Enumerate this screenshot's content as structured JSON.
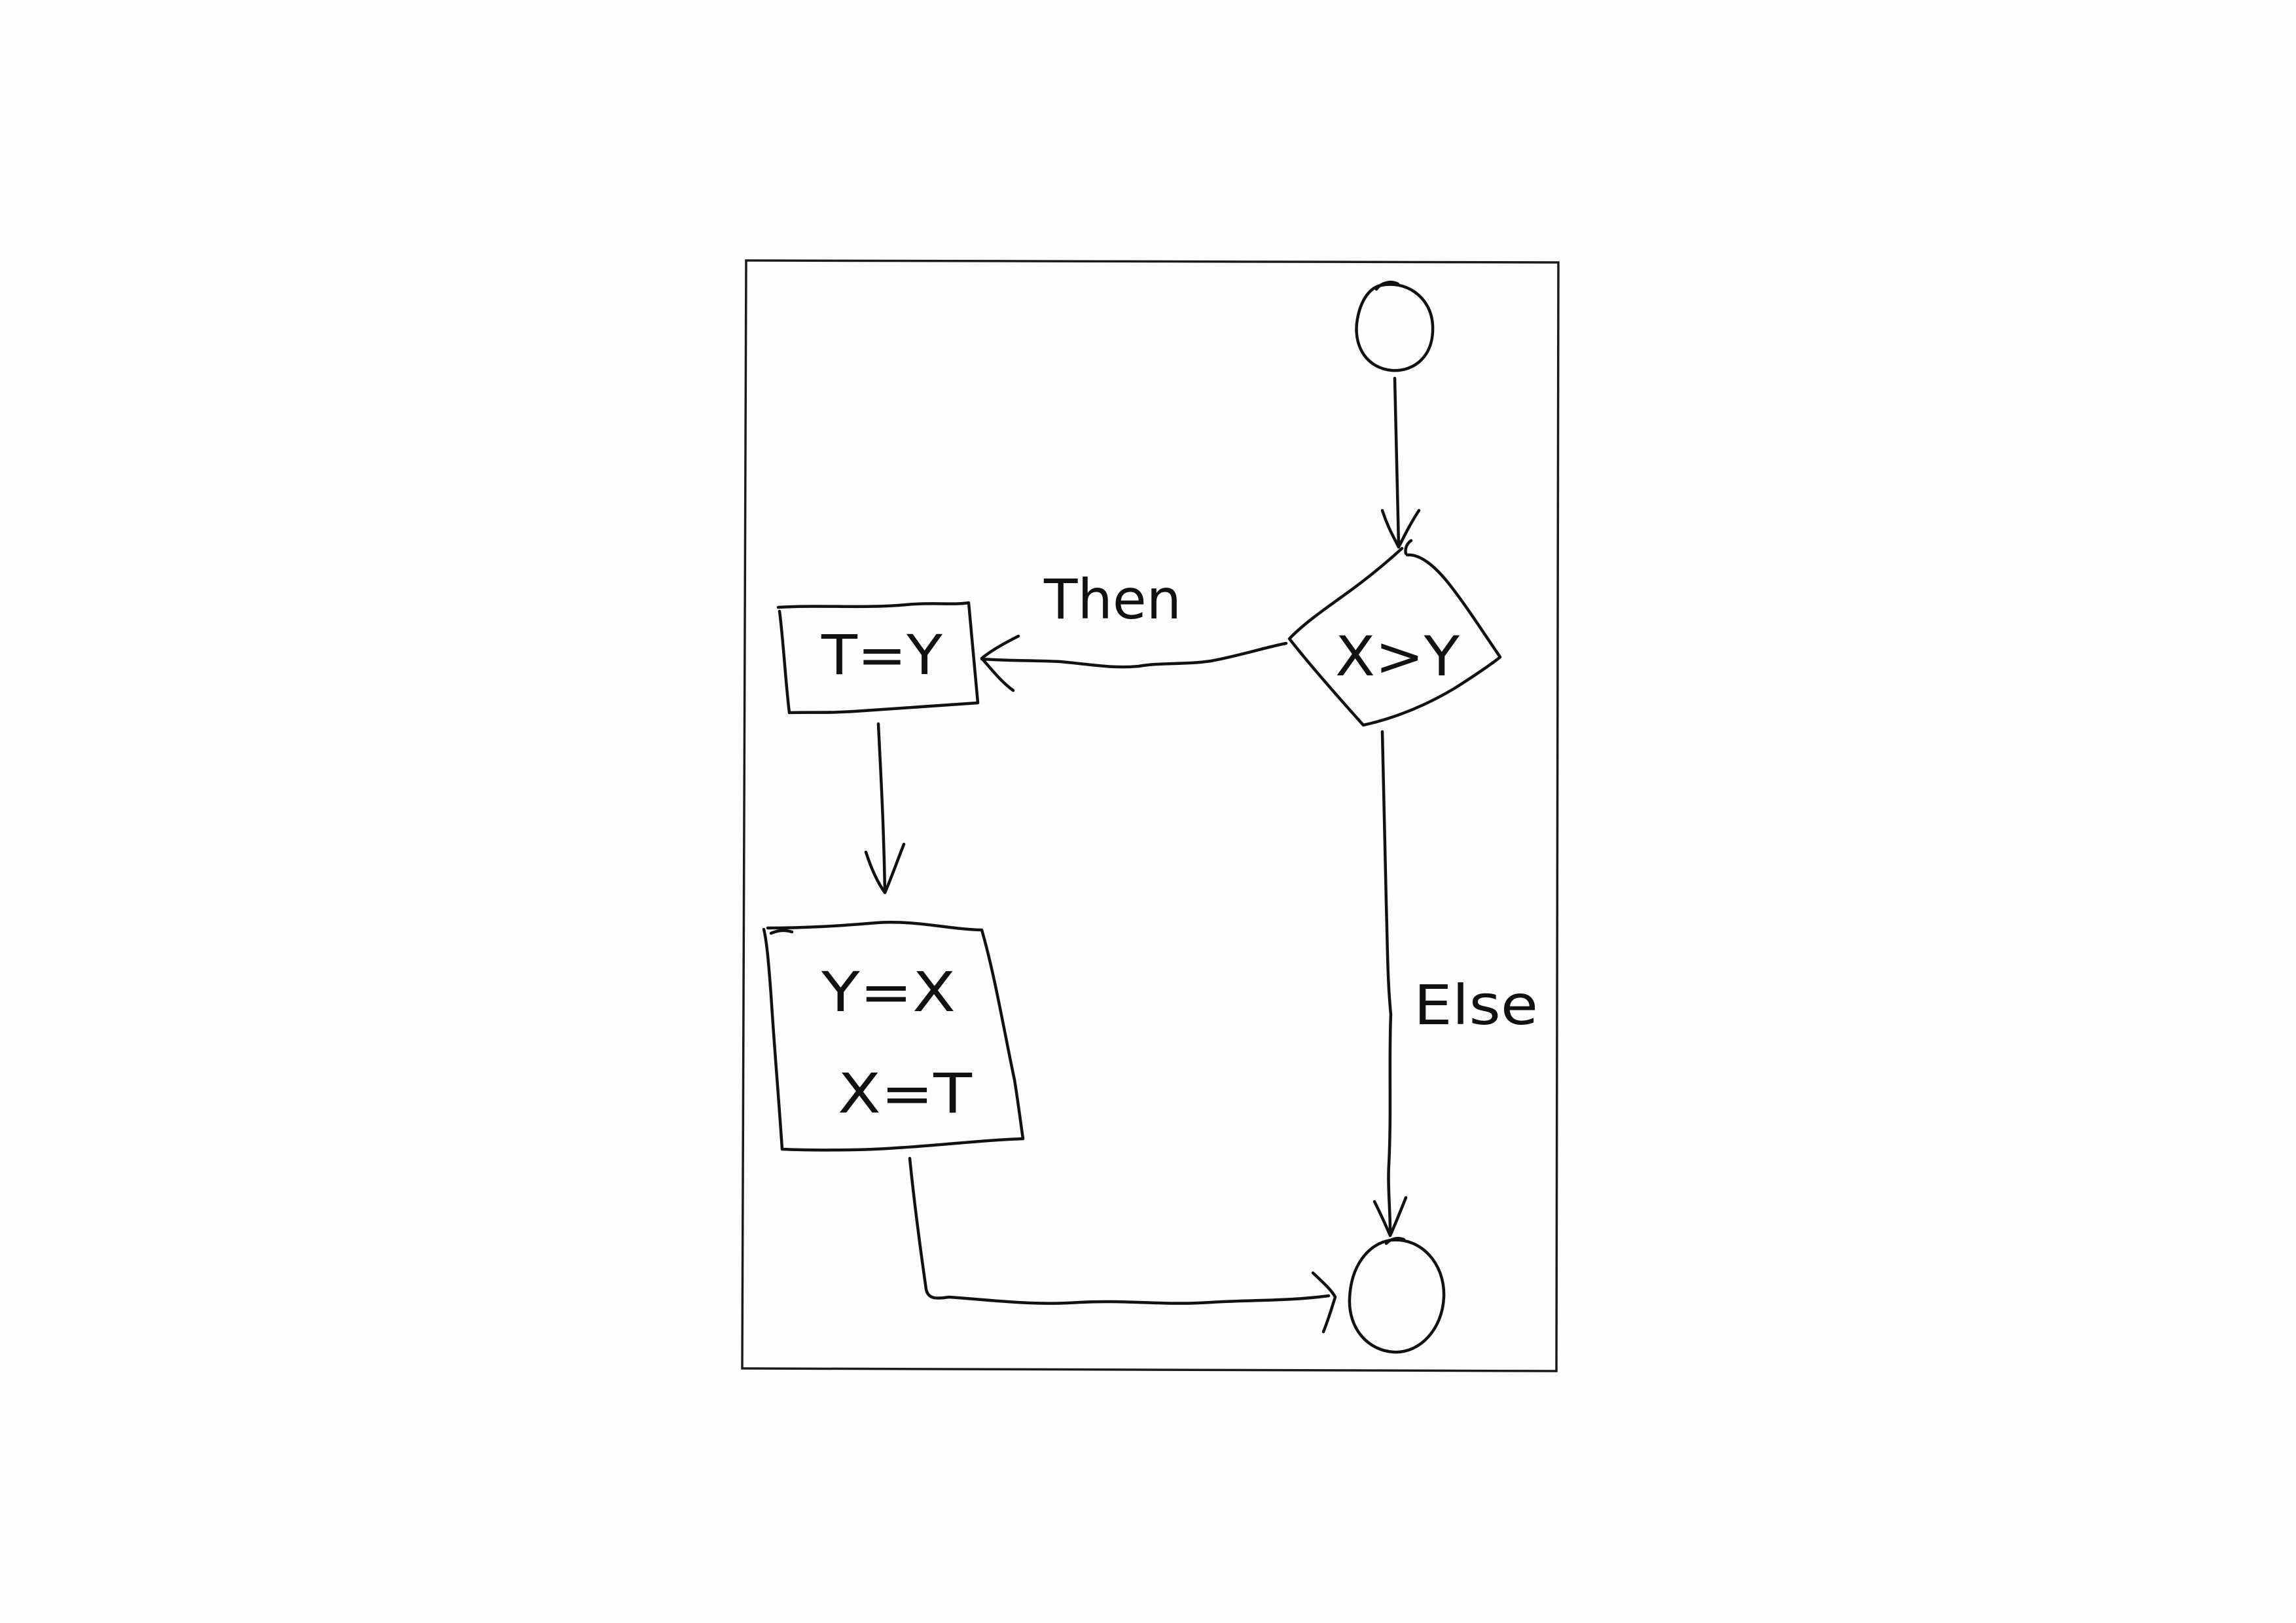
{
  "diagram": {
    "nodes": [
      {
        "id": "start",
        "shape": "circle",
        "label": ""
      },
      {
        "id": "decision",
        "shape": "diamond",
        "label": "X>Y"
      },
      {
        "id": "assign-t",
        "shape": "rectangle",
        "label": "T=Y"
      },
      {
        "id": "swap",
        "shape": "rectangle",
        "lines": [
          "Y=X",
          "X=T"
        ]
      },
      {
        "id": "end",
        "shape": "circle",
        "label": ""
      }
    ],
    "edges": [
      {
        "from": "start",
        "to": "decision",
        "label": ""
      },
      {
        "from": "decision",
        "to": "assign-t",
        "label": "Then"
      },
      {
        "from": "assign-t",
        "to": "swap",
        "label": ""
      },
      {
        "from": "decision",
        "to": "end",
        "label": "Else"
      },
      {
        "from": "swap",
        "to": "end",
        "label": ""
      }
    ]
  },
  "colors": {
    "ink": "#111111",
    "paper": "#fdfdfd"
  }
}
